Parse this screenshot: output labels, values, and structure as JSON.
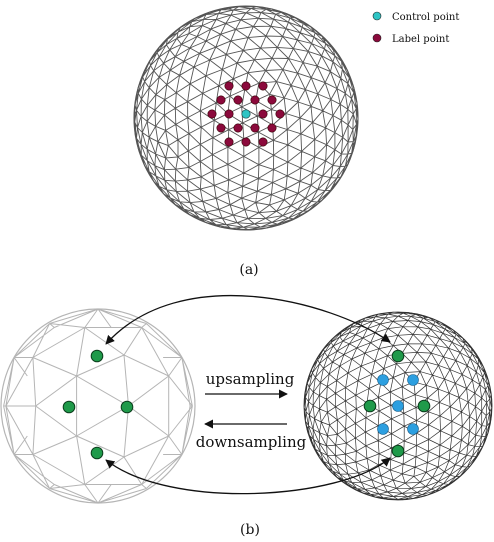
{
  "legend": {
    "control_label": "Control point",
    "label_label": "Label point"
  },
  "captions": {
    "a": "(a)",
    "b": "(b)"
  },
  "arrows": {
    "up_label": "upsampling",
    "down_label": "downsampling"
  },
  "colors": {
    "control": "#2ec4c4",
    "label": "#8b0a3c",
    "green": "#1f9a4a",
    "blue": "#2c9fe0",
    "mesh_dark": "#555555",
    "mesh_light": "#b5b5b5"
  }
}
